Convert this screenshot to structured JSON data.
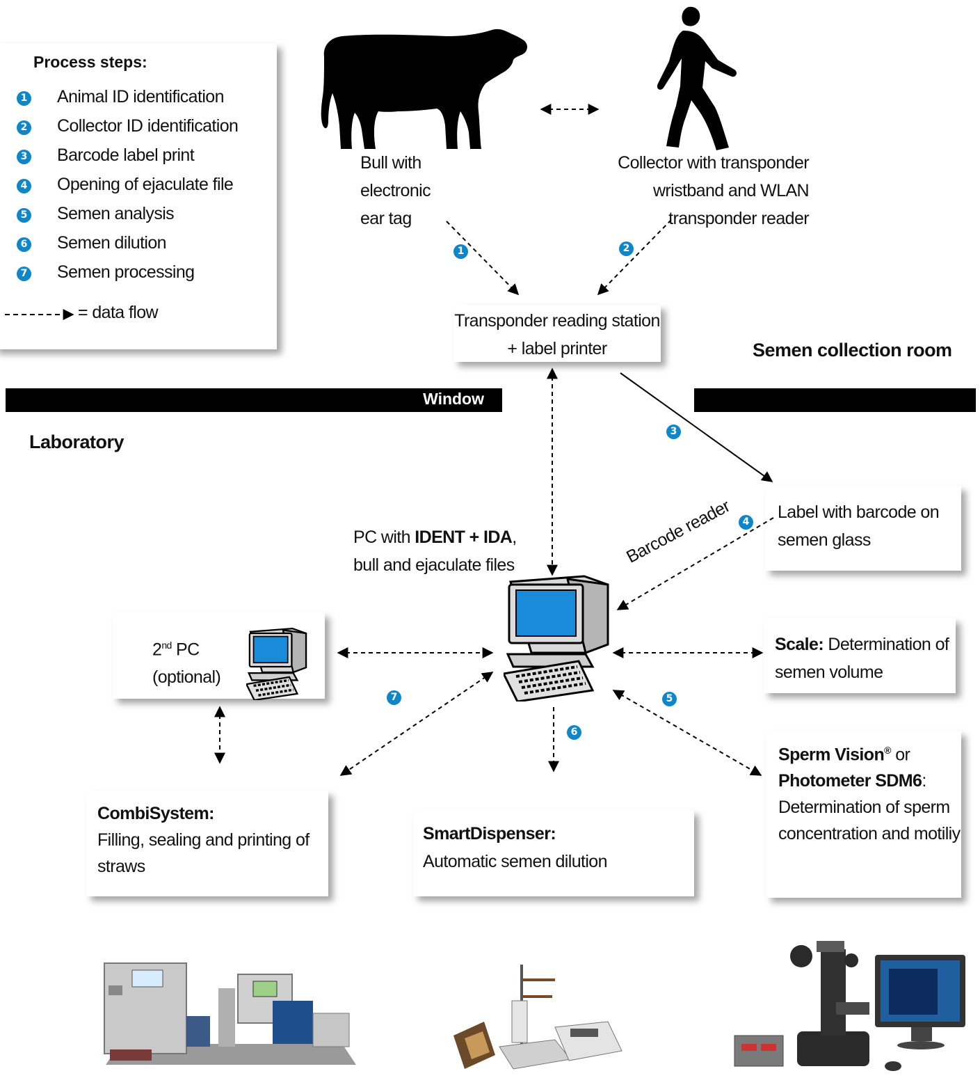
{
  "legend": {
    "title": "Process steps:",
    "steps": [
      {
        "num": "1",
        "label": "Animal ID identification"
      },
      {
        "num": "2",
        "label": "Collector ID identification"
      },
      {
        "num": "3",
        "label": "Barcode label print"
      },
      {
        "num": "4",
        "label": "Opening of ejaculate file"
      },
      {
        "num": "5",
        "label": "Semen analysis"
      },
      {
        "num": "6",
        "label": "Semen dilution"
      },
      {
        "num": "7",
        "label": "Semen processing"
      }
    ],
    "dataflow_label": "= data flow"
  },
  "bull": {
    "line1": "Bull with",
    "line2": "electronic",
    "line3": "ear tag"
  },
  "collector": {
    "line1": "Collector with transponder",
    "line2": "wristband and WLAN",
    "line3": "transponder reader"
  },
  "station": {
    "line1": "Transponder reading station",
    "line2": "+ label printer"
  },
  "rooms": {
    "collection": "Semen collection room",
    "window": "Window",
    "laboratory": "Laboratory"
  },
  "label_box": {
    "line1": "Label with barcode on",
    "line2": "semen glass"
  },
  "barcode_reader": "Barcode reader",
  "pc_main": {
    "pre": "PC with ",
    "bold": "IDENT + IDA",
    "post": ",",
    "line2": "bull and ejaculate files"
  },
  "pc2": {
    "line1_pre": "2",
    "line1_sup": "nd",
    "line1_post": " PC",
    "line2": "(optional)"
  },
  "scale": {
    "bold": "Scale:",
    "rest": " Determination of",
    "line2": "semen volume"
  },
  "sperm": {
    "bold1": "Sperm Vision",
    "reg": "®",
    "or": " or",
    "bold2": "Photometer SDM6",
    "colon": ":",
    "line3": "Determination of sperm",
    "line4": "concentration and motiliy"
  },
  "combi": {
    "bold": "CombiSystem:",
    "line2": "Filling, sealing and printing of",
    "line3": "straws"
  },
  "dispenser": {
    "bold": "SmartDispenser:",
    "line2": "Automatic semen dilution"
  },
  "badges": {
    "b1": "1",
    "b2": "2",
    "b3": "3",
    "b4": "4",
    "b5": "5",
    "b6": "6",
    "b7": "7"
  },
  "colors": {
    "accent": "#0e86c8",
    "screen": "#1a8bd8",
    "bar": "#000000"
  }
}
